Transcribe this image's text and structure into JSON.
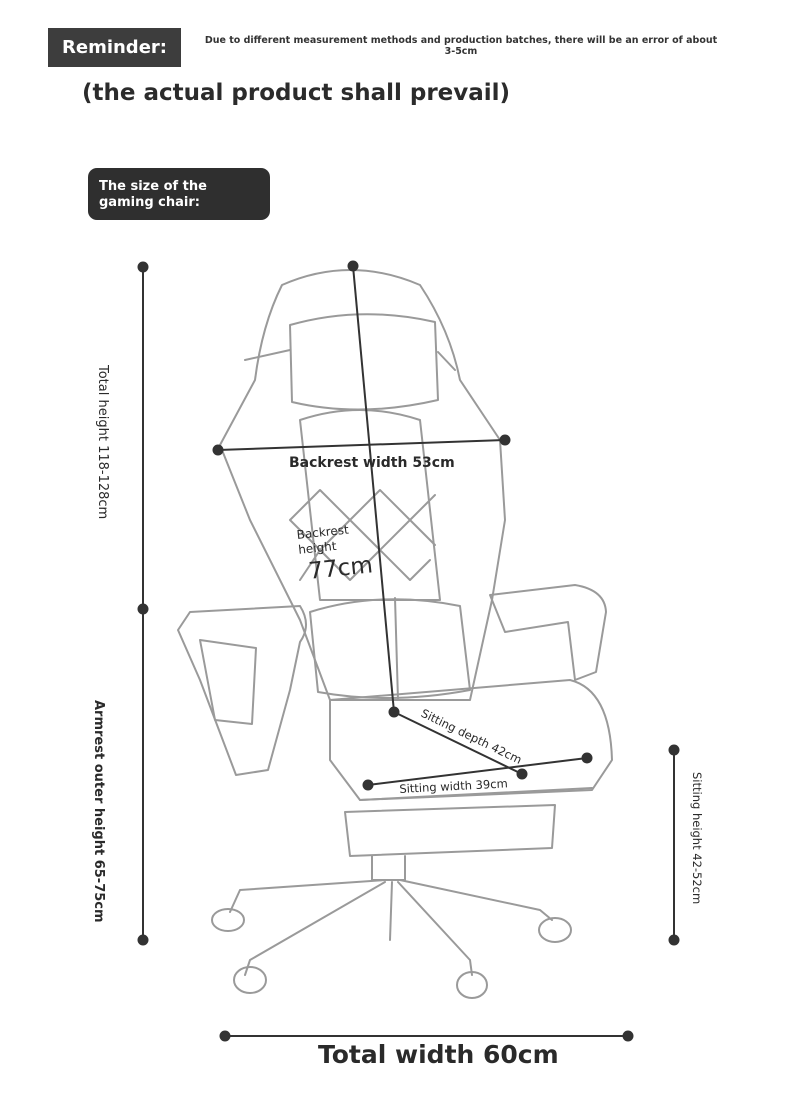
{
  "reminder": {
    "label": "Reminder:",
    "note_line1": "Due to different measurement methods and production batches, there will be an error of about",
    "note_line2": "3-5cm"
  },
  "subtitle": "(the actual product shall prevail)",
  "size_badge": {
    "line1": "The size of the",
    "line2": "gaming chair:"
  },
  "dimensions": {
    "total_height": "Total height 118-128cm",
    "armrest_line1": "Armrest outer height",
    "armrest_line2": "65-75cm",
    "backrest_width": "Backrest width 53cm",
    "backrest_height_line1": "Backrest",
    "backrest_height_line2": "height",
    "backrest_height_value": "77cm",
    "sitting_depth": "Sitting depth 42cm",
    "sitting_width": "Sitting width 39cm",
    "sitting_height": "Sitting height 42-52cm",
    "total_width": "Total width 60cm"
  },
  "colors": {
    "line": "#333333",
    "sketch": "#9a9a9a",
    "badge": "#3d3d3d"
  }
}
